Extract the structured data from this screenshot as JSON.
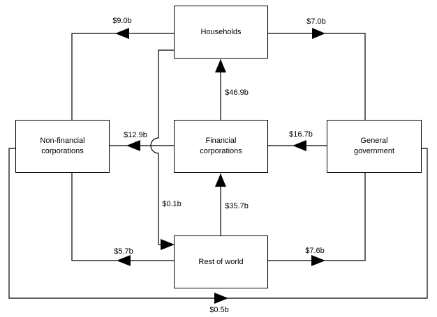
{
  "diagram": {
    "description": "Sector financial flow diagram",
    "colors": {
      "background": "#ffffff",
      "line": "#000000",
      "text": "#000000"
    },
    "nodes": {
      "households": {
        "label": "Households"
      },
      "nonfinancial": {
        "line1": "Non-financial",
        "line2": "corporations"
      },
      "financial": {
        "line1": "Financial",
        "line2": "corporations"
      },
      "government": {
        "line1": "General",
        "line2": "government"
      },
      "restofworld": {
        "label": "Rest of world"
      }
    },
    "flows": {
      "households_to_nonfinancial": {
        "value": "$9.0b",
        "from": "Households",
        "to": "Non-financial corporations"
      },
      "households_to_government": {
        "value": "$7.0b",
        "from": "Households",
        "to": "General government"
      },
      "financial_to_households": {
        "value": "$46.9b",
        "from": "Financial corporations",
        "to": "Households"
      },
      "financial_to_nonfinancial": {
        "value": "$12.9b",
        "from": "Financial corporations",
        "to": "Non-financial corporations"
      },
      "government_to_financial": {
        "value": "$16.7b",
        "from": "General government",
        "to": "Financial corporations"
      },
      "households_to_restofworld": {
        "value": "$0.1b",
        "from": "Households",
        "to": "Rest of world"
      },
      "restofworld_to_financial": {
        "value": "$35.7b",
        "from": "Rest of world",
        "to": "Financial corporations"
      },
      "restofworld_to_nonfinancial": {
        "value": "$5.7b",
        "from": "Rest of world",
        "to": "Non-financial corporations"
      },
      "restofworld_to_government": {
        "value": "$7.6b",
        "from": "Rest of world",
        "to": "General government"
      },
      "nonfinancial_to_government": {
        "value": "$0.5b",
        "from": "Non-financial corporations",
        "to": "General government"
      }
    }
  }
}
